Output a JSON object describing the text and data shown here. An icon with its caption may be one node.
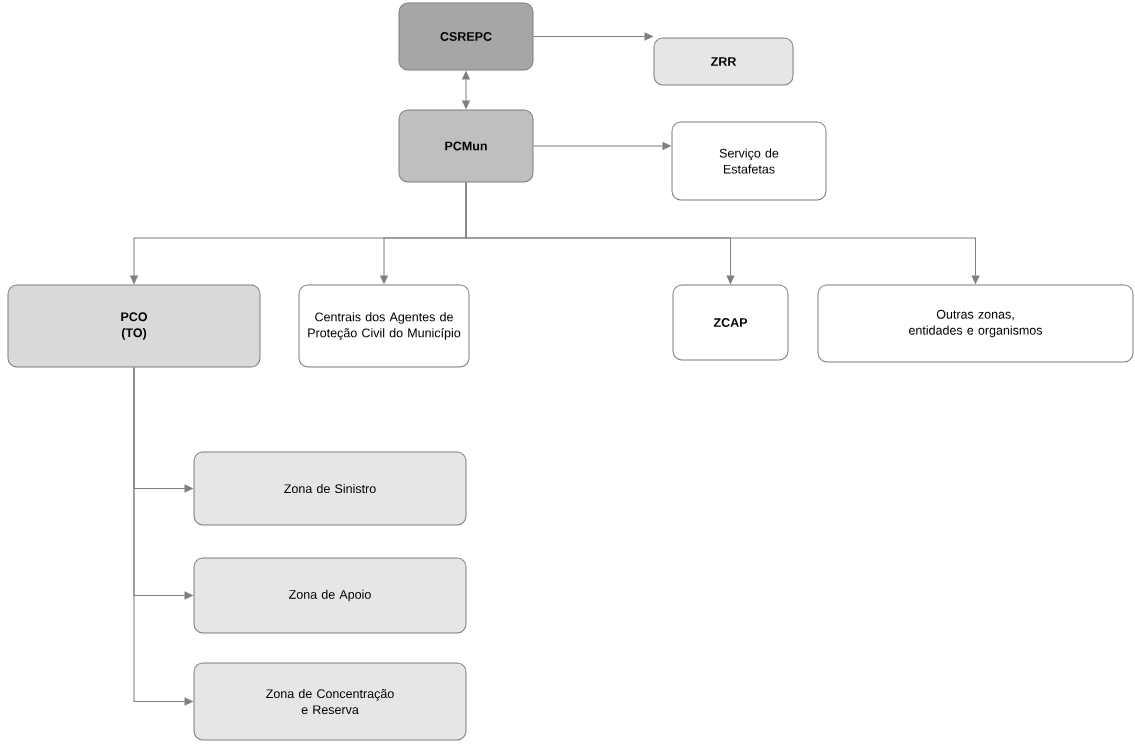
{
  "diagram": {
    "nodes": [
      {
        "text": [
          "CSREPC"
        ]
      },
      {
        "text": [
          "ZRR"
        ]
      },
      {
        "text": [
          "PCMun"
        ]
      },
      {
        "text": [
          "Serviço de Estafetas"
        ]
      },
      {
        "text": [
          "PCO (TO)"
        ]
      },
      {
        "text": [
          "Centrais dos Agentes de Proteção Civil do Município"
        ]
      },
      {
        "text": [
          "ZCAP"
        ]
      },
      {
        "text": [
          "Outras zonas, entidades e organismos"
        ]
      },
      {
        "text": [
          "Zona de Sinistro"
        ]
      },
      {
        "text": [
          "Zona de Apoio"
        ]
      },
      {
        "text": [
          "Zona de Concentração e Reserva"
        ]
      }
    ],
    "edges": [
      {
        "from": 0,
        "to": 1,
        "arrow": "to"
      },
      {
        "from": 0,
        "to": 2,
        "arrow": "both"
      },
      {
        "from": 2,
        "to": 3,
        "arrow": "to"
      },
      {
        "from": 2,
        "to": 4,
        "arrow": "to"
      },
      {
        "from": 2,
        "to": 5,
        "arrow": "to"
      },
      {
        "from": 2,
        "to": 6,
        "arrow": "to"
      },
      {
        "from": 2,
        "to": 7,
        "arrow": "to"
      },
      {
        "from": 4,
        "to": 8,
        "arrow": "to"
      },
      {
        "from": 4,
        "to": 9,
        "arrow": "to"
      },
      {
        "from": 4,
        "to": 10,
        "arrow": "to"
      }
    ]
  }
}
